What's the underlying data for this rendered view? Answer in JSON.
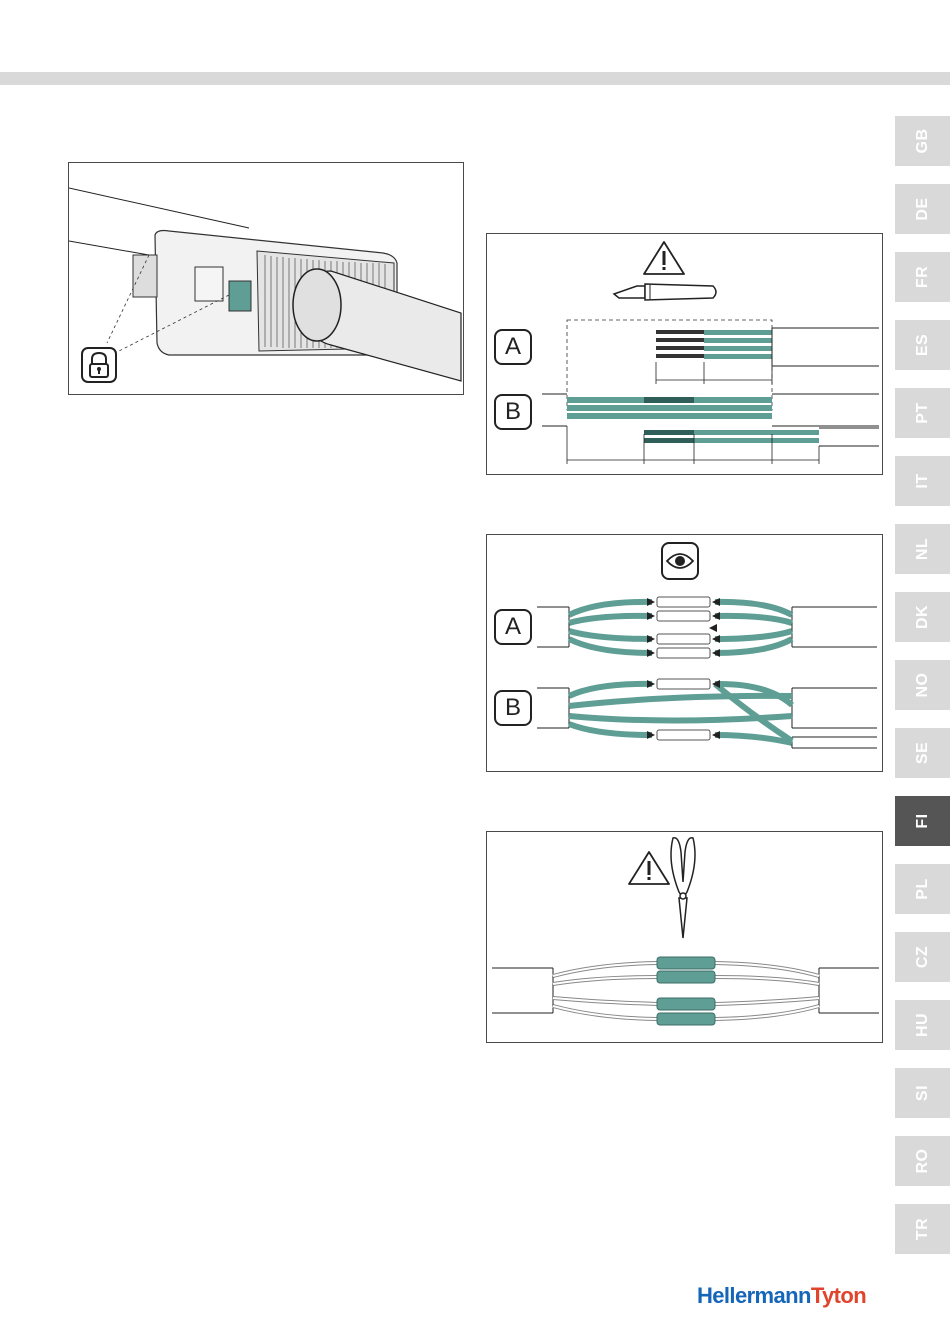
{
  "languages": [
    "GB",
    "DE",
    "FR",
    "ES",
    "PT",
    "IT",
    "NL",
    "DK",
    "NO",
    "SE",
    "FI",
    "PL",
    "CZ",
    "HU",
    "SI",
    "RO",
    "TR"
  ],
  "active_language": "FI",
  "brand": {
    "part1": "Hellermann",
    "part2": "Tyton"
  },
  "panels": {
    "cut": {
      "label_a": "A",
      "label_b": "B",
      "icons": [
        "warning-icon",
        "knife-icon"
      ]
    },
    "inspect": {
      "label_a": "A",
      "label_b": "B",
      "icons": [
        "eye-icon"
      ]
    },
    "crimp": {
      "icons": [
        "warning-icon",
        "pliers-icon"
      ]
    },
    "lock": {
      "icons": [
        "padlock-icon"
      ]
    }
  },
  "colors": {
    "teal": "#5f9e94",
    "tab_inactive": "#d9d9d9",
    "tab_active": "#555555"
  }
}
